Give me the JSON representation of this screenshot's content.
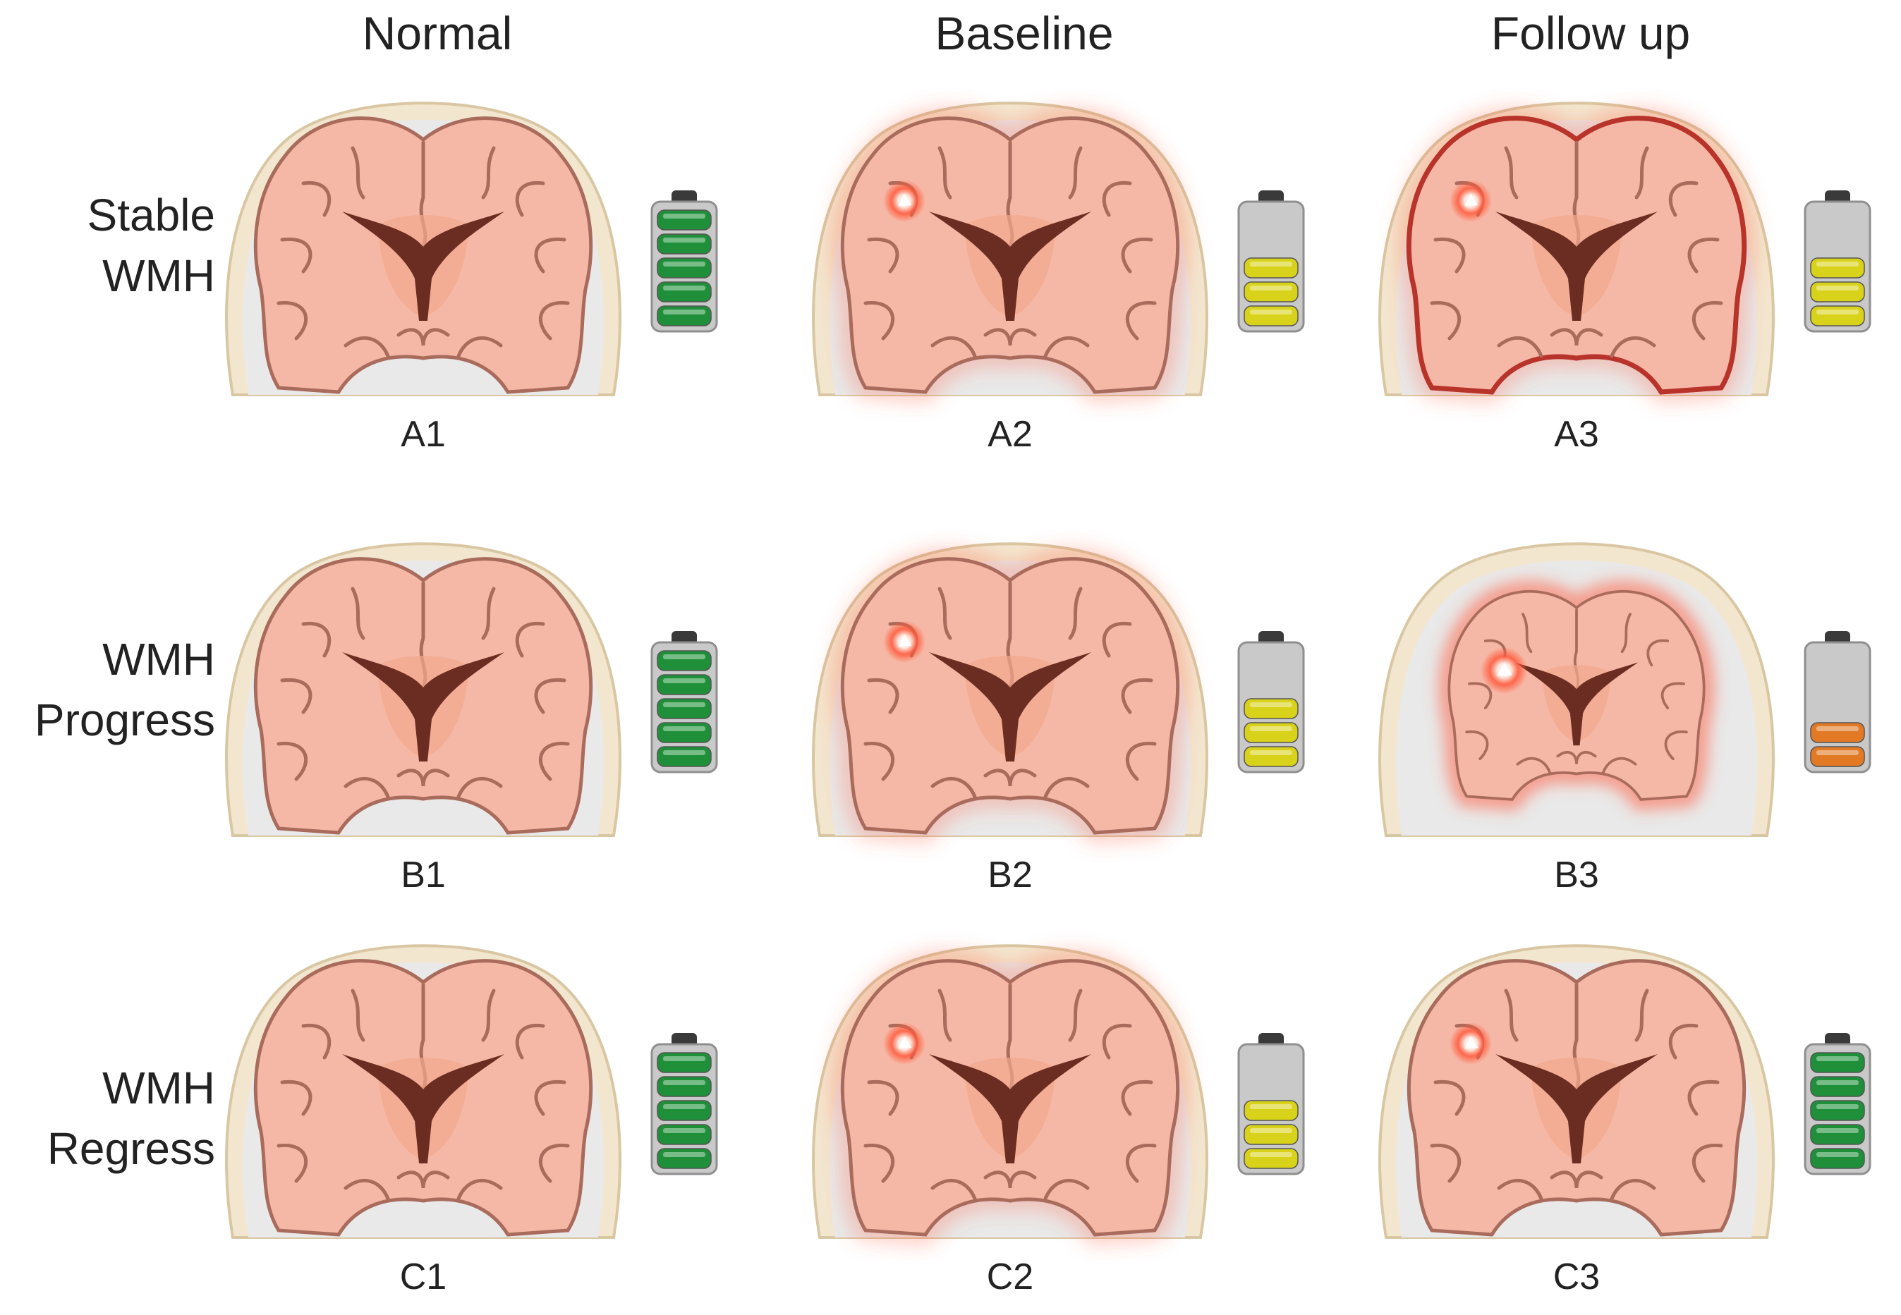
{
  "columns": [
    "Normal",
    "Baseline",
    "Follow up"
  ],
  "rows": [
    {
      "label_lines": [
        "Stable",
        "WMH"
      ],
      "cells": [
        {
          "label": "A1",
          "lesion": 0,
          "glow": 0,
          "halo": 0,
          "rim": 0,
          "shrink": 0,
          "battery": {
            "level": 5,
            "color": "#1f8f3a"
          }
        },
        {
          "label": "A2",
          "lesion": 1,
          "glow": 1,
          "halo": 0,
          "rim": 0,
          "shrink": 0,
          "battery": {
            "level": 3,
            "color": "#d9d21a"
          }
        },
        {
          "label": "A3",
          "lesion": 1,
          "glow": 1,
          "halo": 0,
          "rim": 1,
          "shrink": 0,
          "battery": {
            "level": 3,
            "color": "#d9d21a"
          }
        }
      ]
    },
    {
      "label_lines": [
        "WMH",
        "Progress"
      ],
      "cells": [
        {
          "label": "B1",
          "lesion": 0,
          "glow": 0,
          "halo": 0,
          "rim": 0,
          "shrink": 0,
          "battery": {
            "level": 5,
            "color": "#1f8f3a"
          }
        },
        {
          "label": "B2",
          "lesion": 1,
          "glow": 1,
          "halo": 0,
          "rim": 0,
          "shrink": 0,
          "battery": {
            "level": 3,
            "color": "#d9d21a"
          }
        },
        {
          "label": "B3",
          "lesion": 2,
          "glow": 1,
          "halo": 1,
          "rim": 0,
          "shrink": 1,
          "battery": {
            "level": 2,
            "color": "#e27a25"
          }
        }
      ]
    },
    {
      "label_lines": [
        "WMH",
        "Regress"
      ],
      "cells": [
        {
          "label": "C1",
          "lesion": 0,
          "glow": 0,
          "halo": 0,
          "rim": 0,
          "shrink": 0,
          "battery": {
            "level": 5,
            "color": "#1f8f3a"
          }
        },
        {
          "label": "C2",
          "lesion": 1,
          "glow": 1,
          "halo": 0,
          "rim": 0,
          "shrink": 0,
          "battery": {
            "level": 3,
            "color": "#d9d21a"
          }
        },
        {
          "label": "C3",
          "lesion": 1,
          "glow": 0,
          "halo": 0,
          "rim": 0,
          "shrink": 0,
          "battery": {
            "level": 5,
            "color": "#1f8f3a"
          }
        }
      ]
    }
  ],
  "colors": {
    "brain_fill": "#f6b8a6",
    "brain_outline": "#a96b5c",
    "skull": "#f3e6cf",
    "ventricle": "#6b2d21",
    "lesion_glow": "#ff5a3c",
    "battery_shell": "#c9c9c9",
    "battery_cap": "#3a3a3a"
  }
}
